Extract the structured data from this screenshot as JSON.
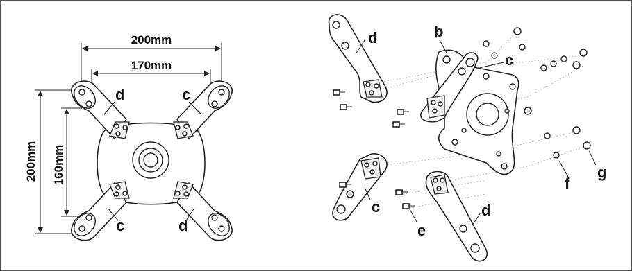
{
  "left_view": {
    "dimensions": {
      "top_outer": "200mm",
      "top_inner": "170mm",
      "left_outer": "200mm",
      "left_inner": "160mm"
    },
    "labels": {
      "top_left": "d",
      "top_right": "c",
      "bottom_left": "c",
      "bottom_right": "d"
    }
  },
  "right_view": {
    "labels": {
      "arm_top_left": "d",
      "plate": "b",
      "arm_top_right": "c",
      "arm_bottom_left": "c",
      "arm_bottom_right": "d",
      "screw": "e",
      "washer": "f",
      "nut": "g"
    }
  }
}
